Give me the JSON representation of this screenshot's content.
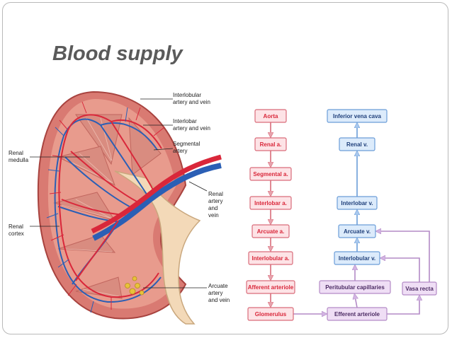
{
  "title": "Blood supply",
  "kidney_labels": {
    "interlobular": [
      "Interlobular",
      "artery and vein"
    ],
    "interlobar": [
      "Interlobar",
      "artery and vein"
    ],
    "segmental": [
      "Segmental",
      "artery"
    ],
    "renal_medulla": [
      "Renal",
      "medulla"
    ],
    "renal_artery_vein": [
      "Renal",
      "artery",
      "and",
      "vein"
    ],
    "renal_cortex": [
      "Renal",
      "cortex"
    ],
    "arcuate": [
      "Arcuate",
      "artery",
      "and vein"
    ]
  },
  "arterial_path": [
    "Aorta",
    "Renal a.",
    "Segmental a.",
    "Interlobar a.",
    "Arcuate a.",
    "Interlobular a.",
    "Afferent arteriole",
    "Glomerulus"
  ],
  "venous_path": [
    "Inferior vena cava",
    "Renal v.",
    "Interlobar v.",
    "Arcuate v.",
    "Interlobular v."
  ],
  "capillary_path": [
    "Efferent arteriole",
    "Peritubular capillaries",
    "Vasa recta"
  ],
  "colors": {
    "artery": "#d9273a",
    "artery_box": "#fde3e6",
    "artery_border": "#d96c7a",
    "vein": "#2b5fb5",
    "vein_box": "#dcebfb",
    "vein_border": "#6b9dd8",
    "capillary_box": "#efdef5",
    "capillary_border": "#b38ac6"
  }
}
